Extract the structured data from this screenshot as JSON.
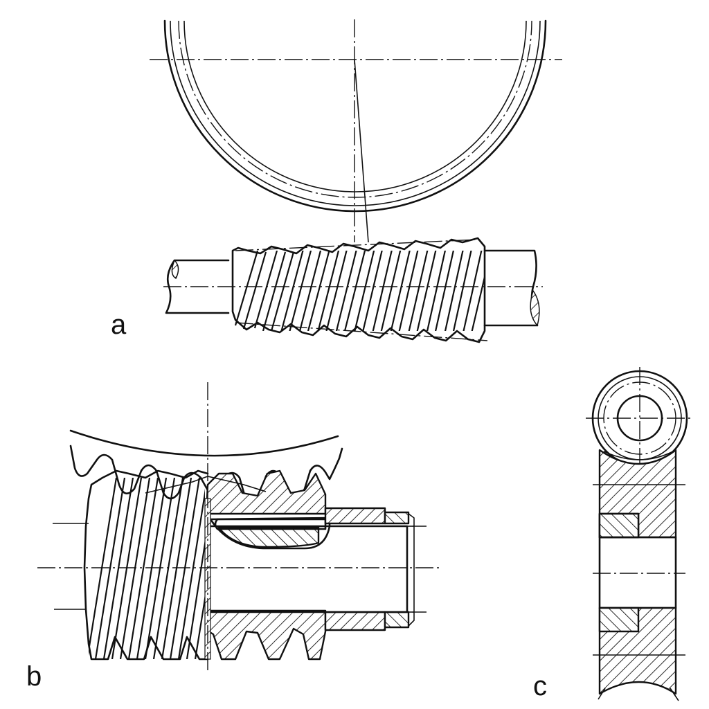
{
  "figure": {
    "labels": {
      "a": "a",
      "b": "b",
      "c": "c"
    },
    "colors": {
      "line": "#111111",
      "background": "#ffffff"
    }
  }
}
